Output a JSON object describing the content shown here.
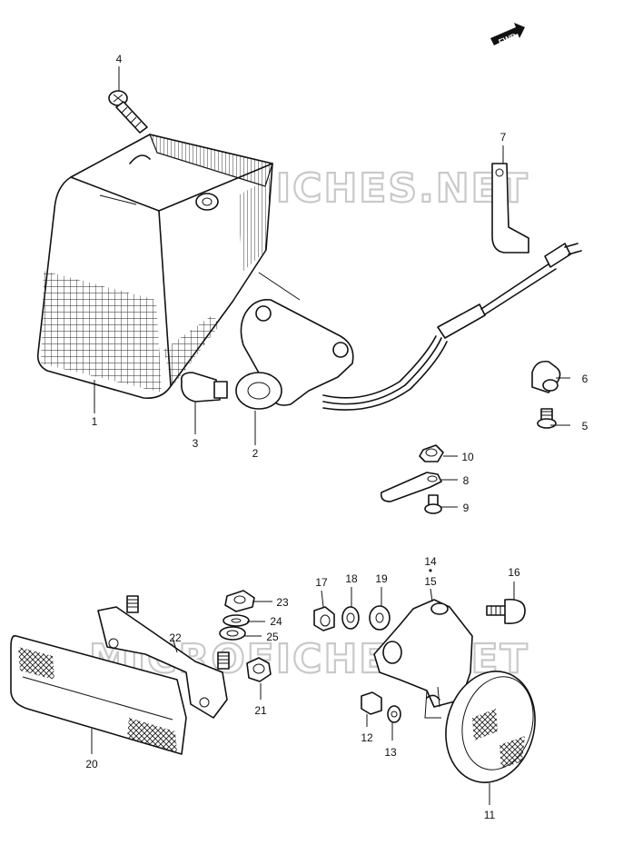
{
  "watermark": "MICROFICHES.NET",
  "direction_badge": {
    "label": "FWD",
    "icon": "forward-arrow-icon"
  },
  "callouts": [
    {
      "id": "c1",
      "label": "1"
    },
    {
      "id": "c2",
      "label": "2"
    },
    {
      "id": "c3",
      "label": "3"
    },
    {
      "id": "c4",
      "label": "4"
    },
    {
      "id": "c5",
      "label": "5"
    },
    {
      "id": "c6",
      "label": "6"
    },
    {
      "id": "c7",
      "label": "7"
    },
    {
      "id": "c8",
      "label": "8"
    },
    {
      "id": "c9",
      "label": "9"
    },
    {
      "id": "c10",
      "label": "10"
    },
    {
      "id": "c11",
      "label": "11"
    },
    {
      "id": "c12",
      "label": "12"
    },
    {
      "id": "c13",
      "label": "13"
    },
    {
      "id": "c14",
      "label": "14"
    },
    {
      "id": "c14dot",
      "label": "•"
    },
    {
      "id": "c15",
      "label": "15"
    },
    {
      "id": "c16",
      "label": "16"
    },
    {
      "id": "c17",
      "label": "17"
    },
    {
      "id": "c18",
      "label": "18"
    },
    {
      "id": "c19",
      "label": "19"
    },
    {
      "id": "c20",
      "label": "20"
    },
    {
      "id": "c21",
      "label": "21"
    },
    {
      "id": "c22",
      "label": "22"
    },
    {
      "id": "c23",
      "label": "23"
    },
    {
      "id": "c24",
      "label": "24"
    },
    {
      "id": "c25",
      "label": "25"
    }
  ]
}
